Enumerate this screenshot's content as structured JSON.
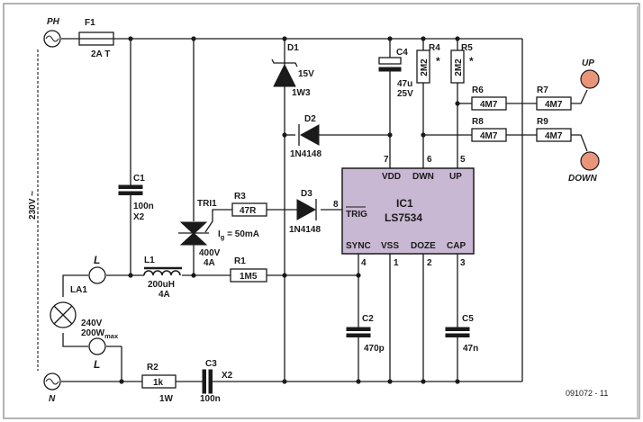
{
  "diagram": {
    "figure_id": "091072 - 11",
    "supply": {
      "label": "230V ~",
      "phase": "PH",
      "neutral": "N"
    },
    "fuse": {
      "ref": "F1",
      "value": "2A T"
    },
    "caps": [
      {
        "ref": "C1",
        "value": "100n",
        "value2": "X2"
      },
      {
        "ref": "C2",
        "value": "470p"
      },
      {
        "ref": "C3",
        "value": "100n",
        "value2": "X2"
      },
      {
        "ref": "C4",
        "value": "47u",
        "value2": "25V"
      },
      {
        "ref": "C5",
        "value": "47n"
      }
    ],
    "resistors": [
      {
        "ref": "R1",
        "value": "1M5"
      },
      {
        "ref": "R2",
        "value": "1k",
        "value2": "1W"
      },
      {
        "ref": "R3",
        "value": "47R"
      },
      {
        "ref": "R4",
        "value": "2M2"
      },
      {
        "ref": "R5",
        "value": "2M2"
      },
      {
        "ref": "R6",
        "value": "4M7"
      },
      {
        "ref": "R7",
        "value": "4M7"
      },
      {
        "ref": "R8",
        "value": "4M7"
      },
      {
        "ref": "R9",
        "value": "4M7"
      }
    ],
    "asterisk": "*",
    "diodes": [
      {
        "ref": "D1",
        "value": "15V",
        "value2": "1W3"
      },
      {
        "ref": "D2",
        "value": "1N4148"
      },
      {
        "ref": "D3",
        "value": "1N4148"
      }
    ],
    "inductor": {
      "ref": "L1",
      "value": "200uH",
      "value2": "4A"
    },
    "triac": {
      "ref": "TRI1",
      "value": "400V",
      "value2": "4A",
      "gate_prefix": "I",
      "gate_sub": "g",
      "gate_rest": " = 50mA"
    },
    "lamp": {
      "ref": "LA1",
      "value": "240V",
      "value2_main": "200W",
      "value2_sub": "max"
    },
    "terminals": {
      "l": "L"
    },
    "touch": {
      "up": "UP",
      "down": "DOWN"
    },
    "ic": {
      "ref": "IC1",
      "part": "LS7534",
      "pins": [
        {
          "num": "7",
          "name": "VDD"
        },
        {
          "num": "6",
          "name": "DWN"
        },
        {
          "num": "5",
          "name": "UP"
        },
        {
          "num": "8",
          "name": "TRIG"
        },
        {
          "num": "4",
          "name": "SYNC"
        },
        {
          "num": "1",
          "name": "VSS"
        },
        {
          "num": "2",
          "name": "DOZE"
        },
        {
          "num": "3",
          "name": "CAP"
        }
      ]
    },
    "colors": {
      "ic_fill": "#c9b8d3",
      "sensor_fill": "#e8957a",
      "frame": "#9a9a9a"
    }
  }
}
